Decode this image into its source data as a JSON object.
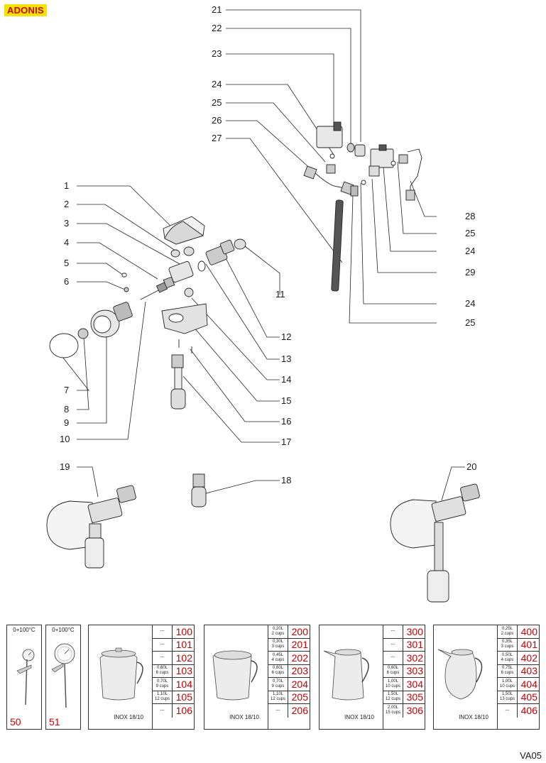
{
  "brand": "ADONIS",
  "page_code": "VA05",
  "colors": {
    "brand_bg": "#f5e400",
    "brand_text": "#d10000",
    "code_red": "#c40000"
  },
  "callouts": {
    "c1": "1",
    "c2": "2",
    "c3": "3",
    "c4": "4",
    "c5": "5",
    "c6": "6",
    "c7": "7",
    "c8": "8",
    "c9": "9",
    "c10": "10",
    "c11": "11",
    "c12": "12",
    "c13": "13",
    "c14": "14",
    "c15": "15",
    "c16": "16",
    "c17": "17",
    "c18": "18",
    "c19": "19",
    "c20": "20",
    "c21": "21",
    "c22": "22",
    "c23": "23",
    "c24a": "24",
    "c25a": "25",
    "c26": "26",
    "c27": "27",
    "c28": "28",
    "c25b": "25",
    "c24b": "24",
    "c29": "29",
    "c24c": "24",
    "c25c": "25"
  },
  "thermometers": [
    {
      "range": "0+100°C",
      "number": "50"
    },
    {
      "range": "0+100°C",
      "number": "51"
    }
  ],
  "pitchers": [
    {
      "material": "INOX 18/10",
      "rows": [
        {
          "capacity": "---",
          "cups": "",
          "code": "100"
        },
        {
          "capacity": "---",
          "cups": "",
          "code": "101"
        },
        {
          "capacity": "---",
          "cups": "",
          "code": "102"
        },
        {
          "capacity": "0,60L",
          "cups": "6 cups",
          "code": "103"
        },
        {
          "capacity": "0,70L",
          "cups": "9 cups",
          "code": "104"
        },
        {
          "capacity": "1,10L",
          "cups": "12 cups",
          "code": "105"
        },
        {
          "capacity": "---",
          "cups": "",
          "code": "106"
        }
      ]
    },
    {
      "material": "INOX 18/10",
      "rows": [
        {
          "capacity": "0,20L",
          "cups": "2 cups",
          "code": "200"
        },
        {
          "capacity": "0,30L",
          "cups": "3 cups",
          "code": "201"
        },
        {
          "capacity": "0,45L",
          "cups": "4 cups",
          "code": "202"
        },
        {
          "capacity": "0,60L",
          "cups": "6 cups",
          "code": "203"
        },
        {
          "capacity": "0,70L",
          "cups": "9 cups",
          "code": "204"
        },
        {
          "capacity": "1,10L",
          "cups": "12 cups",
          "code": "205"
        },
        {
          "capacity": "---",
          "cups": "",
          "code": "206"
        }
      ]
    },
    {
      "material": "INOX 18/10",
      "rows": [
        {
          "capacity": "---",
          "cups": "",
          "code": "300"
        },
        {
          "capacity": "---",
          "cups": "",
          "code": "301"
        },
        {
          "capacity": "---",
          "cups": "",
          "code": "302"
        },
        {
          "capacity": "0,60L",
          "cups": "6 cups",
          "code": "303"
        },
        {
          "capacity": "1,00L",
          "cups": "10 cups",
          "code": "304"
        },
        {
          "capacity": "1,50L",
          "cups": "12 cups",
          "code": "305"
        },
        {
          "capacity": "2,00L",
          "cups": "15 cups",
          "code": "306"
        }
      ]
    },
    {
      "material": "INOX 18/10",
      "rows": [
        {
          "capacity": "0,25L",
          "cups": "2 cups",
          "code": "400"
        },
        {
          "capacity": "0,35L",
          "cups": "3 cups",
          "code": "401"
        },
        {
          "capacity": "0,50L",
          "cups": "4 cups",
          "code": "402"
        },
        {
          "capacity": "0,75L",
          "cups": "6 cups",
          "code": "403"
        },
        {
          "capacity": "1,00L",
          "cups": "10 cups",
          "code": "404"
        },
        {
          "capacity": "1,50L",
          "cups": "13 cups",
          "code": "405"
        },
        {
          "capacity": "---",
          "cups": "",
          "code": "406"
        }
      ]
    }
  ]
}
